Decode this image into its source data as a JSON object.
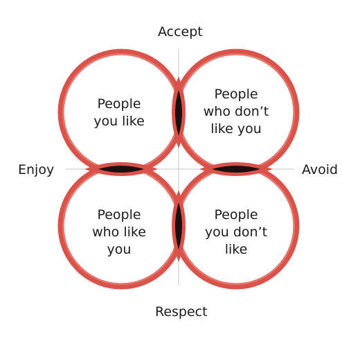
{
  "axes": {
    "top": "Accept",
    "bottom": "Respect",
    "left": "Enjoy",
    "right": "Avoid"
  },
  "quadrants": {
    "top_left": [
      "People",
      "you like"
    ],
    "top_right": [
      "People",
      "who don’t",
      "like you"
    ],
    "bottom_left": [
      "People",
      "who like",
      "you"
    ],
    "bottom_right": [
      "People",
      "you  don’t",
      "like"
    ]
  },
  "colors": {
    "ring": "#d9534a",
    "ring_highlight": "#ef8a7f",
    "overlap_dark": "#1c0f0f",
    "axis_line": "#c9c9c9",
    "text": "#1a1a1a"
  }
}
